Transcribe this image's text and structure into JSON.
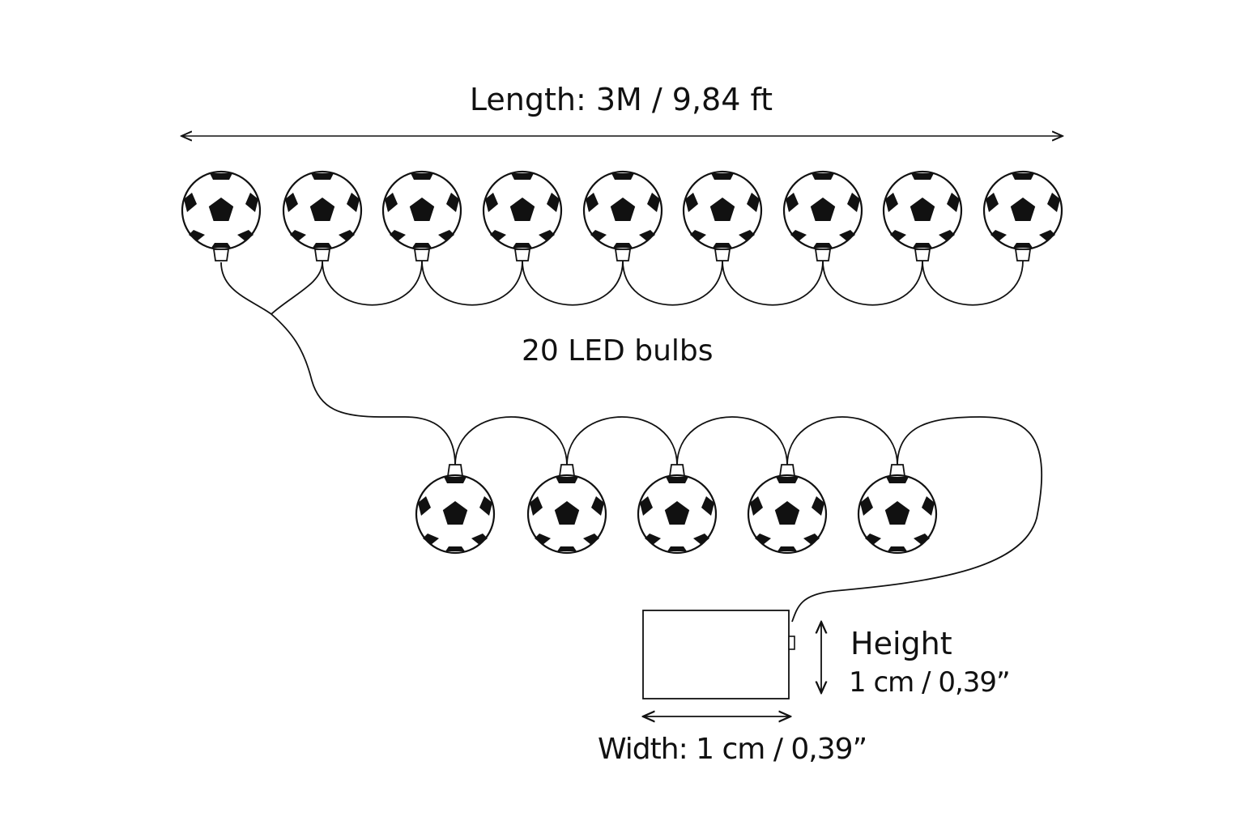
{
  "labels": {
    "length": "Length: 3M / 9,84 ft",
    "bulbs": "20 LED bulbs",
    "height_title": "Height",
    "height_value": "1 cm / 0,39”",
    "width": "Width: 1 cm / 0,39”"
  },
  "bulbs": {
    "top_row_count": 9,
    "bottom_row_count": 5,
    "shape": "soccer-ball"
  },
  "colors": {
    "ink": "#111111",
    "background": "#ffffff"
  }
}
